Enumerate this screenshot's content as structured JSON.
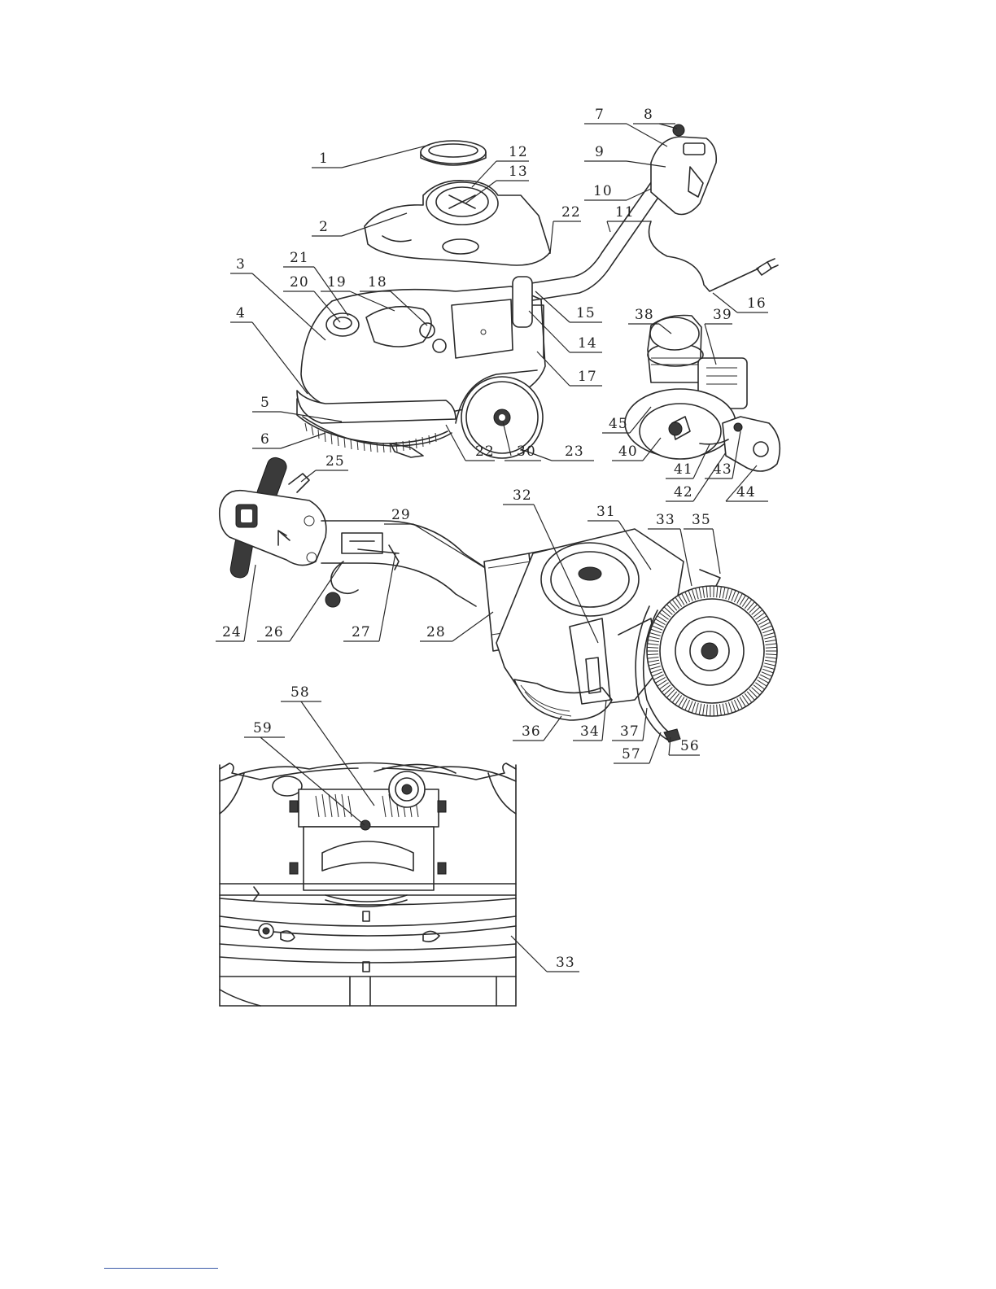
{
  "callouts": [
    {
      "id": "c1",
      "label": "1"
    },
    {
      "id": "c2",
      "label": "2"
    },
    {
      "id": "c3",
      "label": "3"
    },
    {
      "id": "c4",
      "label": "4"
    },
    {
      "id": "c5",
      "label": "5"
    },
    {
      "id": "c6",
      "label": "6"
    },
    {
      "id": "c7",
      "label": "7"
    },
    {
      "id": "c8",
      "label": "8"
    },
    {
      "id": "c9",
      "label": "9"
    },
    {
      "id": "c10",
      "label": "10"
    },
    {
      "id": "c11",
      "label": "11"
    },
    {
      "id": "c12",
      "label": "12"
    },
    {
      "id": "c13",
      "label": "13"
    },
    {
      "id": "c14",
      "label": "14"
    },
    {
      "id": "c15",
      "label": "15"
    },
    {
      "id": "c16",
      "label": "16"
    },
    {
      "id": "c17",
      "label": "17"
    },
    {
      "id": "c18",
      "label": "18"
    },
    {
      "id": "c19",
      "label": "19"
    },
    {
      "id": "c20",
      "label": "20"
    },
    {
      "id": "c21",
      "label": "21"
    },
    {
      "id": "c22a",
      "label": "22"
    },
    {
      "id": "c22b",
      "label": "22"
    },
    {
      "id": "c23",
      "label": "23"
    },
    {
      "id": "c24",
      "label": "24"
    },
    {
      "id": "c25",
      "label": "25"
    },
    {
      "id": "c26",
      "label": "26"
    },
    {
      "id": "c27",
      "label": "27"
    },
    {
      "id": "c28",
      "label": "28"
    },
    {
      "id": "c29",
      "label": "29"
    },
    {
      "id": "c30",
      "label": "30"
    },
    {
      "id": "c31",
      "label": "31"
    },
    {
      "id": "c32",
      "label": "32"
    },
    {
      "id": "c33a",
      "label": "33"
    },
    {
      "id": "c33b",
      "label": "33"
    },
    {
      "id": "c34",
      "label": "34"
    },
    {
      "id": "c35",
      "label": "35"
    },
    {
      "id": "c36",
      "label": "36"
    },
    {
      "id": "c37",
      "label": "37"
    },
    {
      "id": "c38",
      "label": "38"
    },
    {
      "id": "c39",
      "label": "39"
    },
    {
      "id": "c40",
      "label": "40"
    },
    {
      "id": "c41",
      "label": "41"
    },
    {
      "id": "c42",
      "label": "42"
    },
    {
      "id": "c43",
      "label": "43"
    },
    {
      "id": "c44",
      "label": "44"
    },
    {
      "id": "c45",
      "label": "45"
    },
    {
      "id": "c56",
      "label": "56"
    },
    {
      "id": "c57",
      "label": "57"
    },
    {
      "id": "c58",
      "label": "58"
    },
    {
      "id": "c59",
      "label": "59"
    }
  ]
}
